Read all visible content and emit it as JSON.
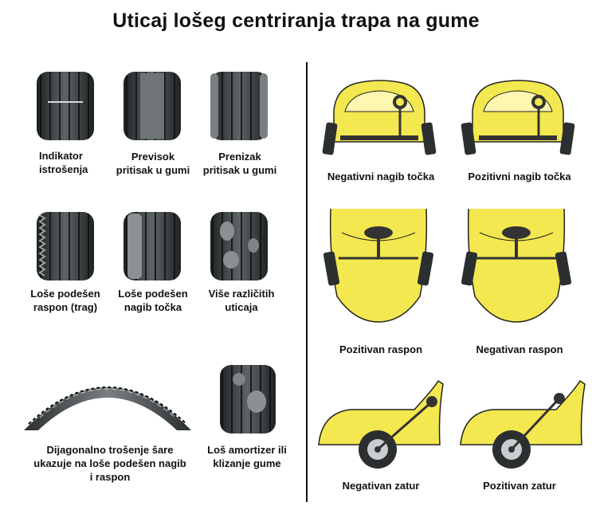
{
  "title": "Uticaj lošeg centriranja trapa na gume",
  "tires": [
    {
      "lines": [
        "Indikator",
        "istrošenja"
      ]
    },
    {
      "lines": [
        "Previsok",
        "pritisak u gumi"
      ]
    },
    {
      "lines": [
        "Prenizak",
        "pritisak u gumi"
      ]
    },
    {
      "lines": [
        "Loše podešen",
        "raspon (trag)"
      ]
    },
    {
      "lines": [
        "Loše podešen",
        "nagib točka"
      ]
    },
    {
      "lines": [
        "Više različitih",
        "uticaja"
      ]
    },
    {
      "lines": [
        "Dijagonalno trošenje šare",
        "ukazuje na loše podešen nagib",
        "i raspon"
      ]
    },
    {
      "lines": [
        "Loš amortizer  ili",
        "klizanje gume"
      ]
    }
  ],
  "cars": [
    {
      "label": "Negativni nagib točka"
    },
    {
      "label": "Pozitivni nagib točka"
    },
    {
      "label": "Pozitivan raspon"
    },
    {
      "label": "Negativan raspon"
    },
    {
      "label": "Negativan zatur"
    },
    {
      "label": "Pozitivan zatur"
    }
  ],
  "colors": {
    "car_yellow": "#f3e84f",
    "tire_dark": "#2b2f30",
    "tire_mid": "#5b6062",
    "line": "#111111"
  }
}
